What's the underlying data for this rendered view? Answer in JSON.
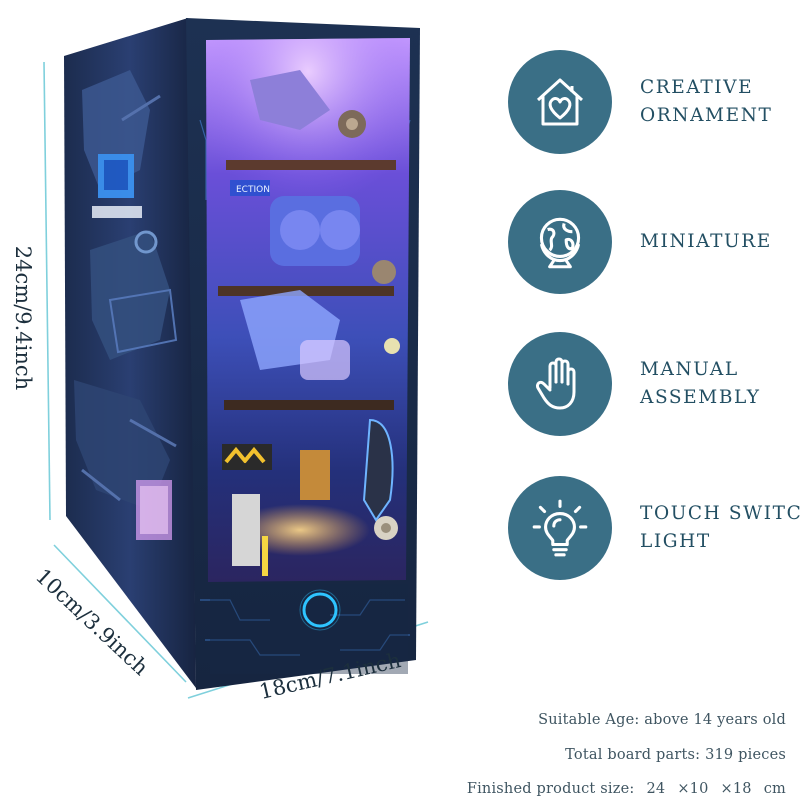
{
  "dimensions": {
    "height": "24cm/9.4inch",
    "depth": "10cm/3.9inch",
    "width": "18cm/7.1inch"
  },
  "features": [
    {
      "icon": "house-heart-icon",
      "lines": [
        "CREATIVE",
        "ORNAMENT"
      ]
    },
    {
      "icon": "globe-icon",
      "lines": [
        "MINIATURE"
      ]
    },
    {
      "icon": "hand-icon",
      "lines": [
        "MANUAL",
        "ASSEMBLY"
      ]
    },
    {
      "icon": "lightbulb-icon",
      "lines": [
        "TOUCH SWITCH",
        "LIGHT"
      ]
    }
  ],
  "specs": {
    "age": "Suitable Age: above 14 years old",
    "parts": "Total board parts: 319 pieces",
    "size_label": "Finished product size:",
    "size_values": [
      "24",
      "×10",
      "×18",
      "cm"
    ]
  },
  "colors": {
    "badge": "#3a6f86",
    "feature_text": "#234f63",
    "dimension_line": "#7fd0dc",
    "box_body": "#1f3358",
    "interior_glow": "#a77bf0",
    "ring_light": "#2ec4ff"
  }
}
